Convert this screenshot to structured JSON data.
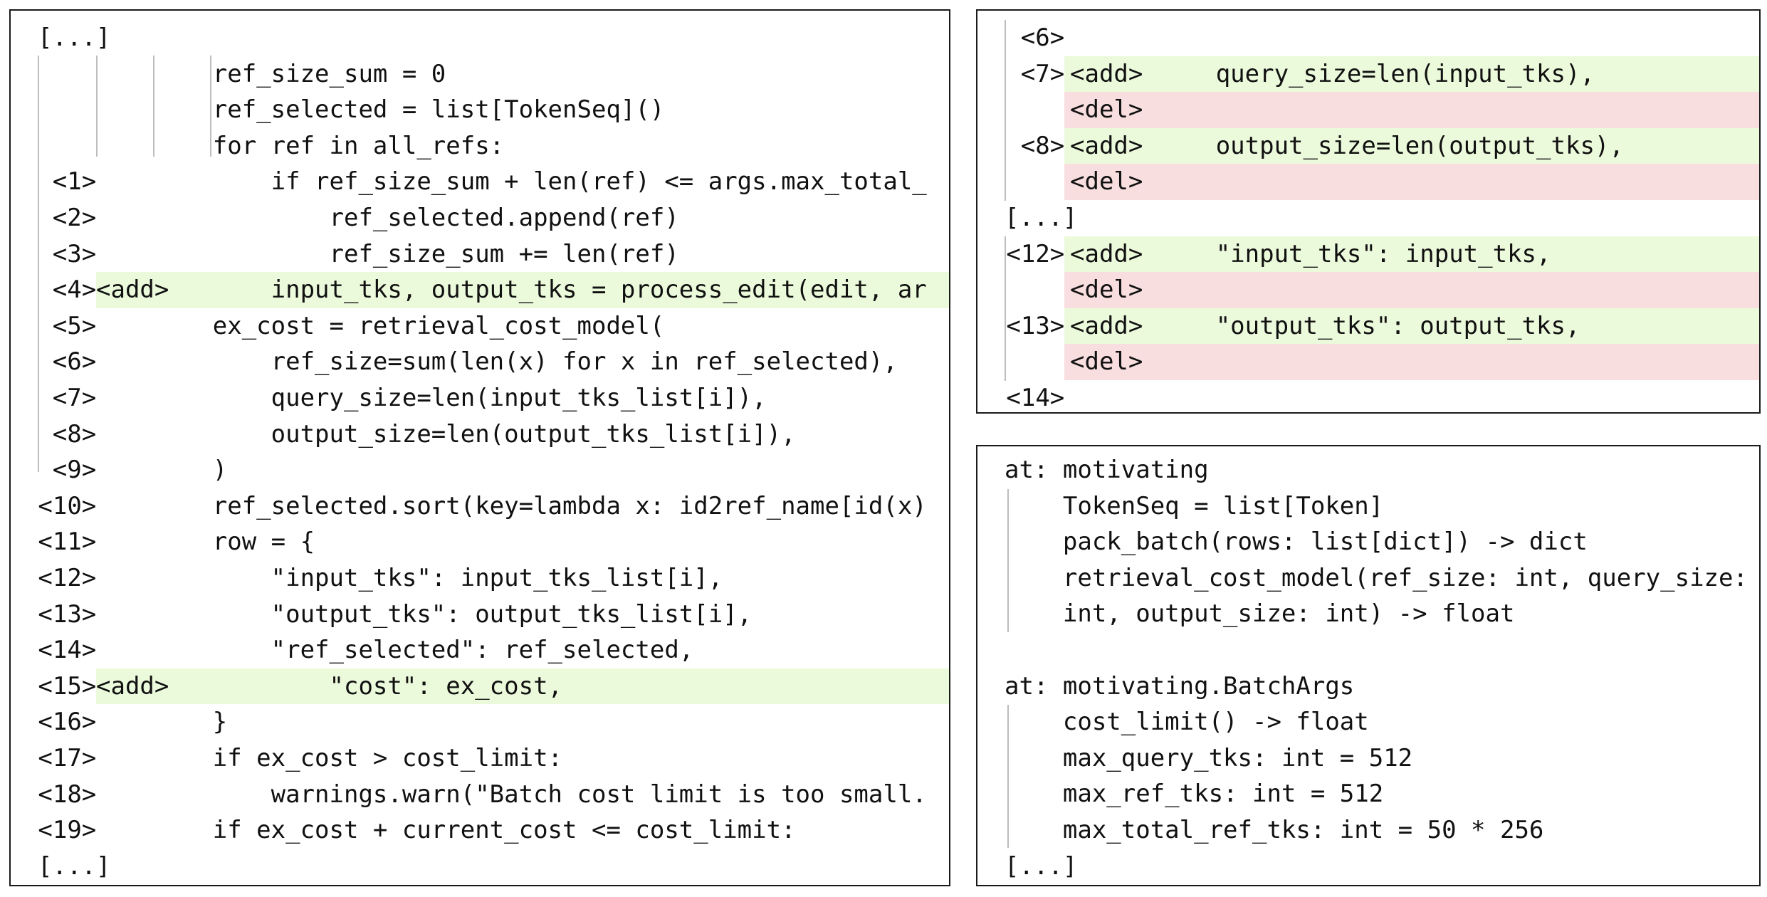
{
  "colors": {
    "add_bg": "#ecfadc",
    "del_bg": "#f8dede",
    "border": "#1a1a1a",
    "guide": "#bdbdbd"
  },
  "left_panel": {
    "lines": [
      {
        "kind": "ellipsis",
        "text": "[...]"
      },
      {
        "kind": "ctx",
        "num": "",
        "tag": "",
        "code": "        ref_size_sum = 0"
      },
      {
        "kind": "ctx",
        "num": "",
        "tag": "",
        "code": "        ref_selected = list[TokenSeq]()"
      },
      {
        "kind": "ctx",
        "num": "",
        "tag": "",
        "code": "        for ref in all_refs:"
      },
      {
        "kind": "ctx",
        "num": "<1>",
        "tag": "",
        "code": "            if ref_size_sum + len(ref) <= args.max_total_"
      },
      {
        "kind": "ctx",
        "num": "<2>",
        "tag": "",
        "code": "                ref_selected.append(ref)"
      },
      {
        "kind": "ctx",
        "num": "<3>",
        "tag": "",
        "code": "                ref_size_sum += len(ref)"
      },
      {
        "kind": "add",
        "num": "<4>",
        "tag": "<add>",
        "code": "            input_tks, output_tks = process_edit(edit, ar"
      },
      {
        "kind": "ctx",
        "num": "<5>",
        "tag": "",
        "code": "        ex_cost = retrieval_cost_model("
      },
      {
        "kind": "ctx",
        "num": "<6>",
        "tag": "",
        "code": "            ref_size=sum(len(x) for x in ref_selected),"
      },
      {
        "kind": "ctx",
        "num": "<7>",
        "tag": "",
        "code": "            query_size=len(input_tks_list[i]),"
      },
      {
        "kind": "ctx",
        "num": "<8>",
        "tag": "",
        "code": "            output_size=len(output_tks_list[i]),"
      },
      {
        "kind": "ctx",
        "num": "<9>",
        "tag": "",
        "code": "        )"
      },
      {
        "kind": "ctx",
        "num": "<10>",
        "tag": "",
        "code": "        ref_selected.sort(key=lambda x: id2ref_name[id(x)"
      },
      {
        "kind": "ctx",
        "num": "<11>",
        "tag": "",
        "code": "        row = {"
      },
      {
        "kind": "ctx",
        "num": "<12>",
        "tag": "",
        "code": "            \"input_tks\": input_tks_list[i],"
      },
      {
        "kind": "ctx",
        "num": "<13>",
        "tag": "",
        "code": "            \"output_tks\": output_tks_list[i],"
      },
      {
        "kind": "ctx",
        "num": "<14>",
        "tag": "",
        "code": "            \"ref_selected\": ref_selected,"
      },
      {
        "kind": "add",
        "num": "<15>",
        "tag": "<add>",
        "code": "                \"cost\": ex_cost,"
      },
      {
        "kind": "ctx",
        "num": "<16>",
        "tag": "",
        "code": "        }"
      },
      {
        "kind": "ctx",
        "num": "<17>",
        "tag": "",
        "code": "        if ex_cost > cost_limit:"
      },
      {
        "kind": "ctx",
        "num": "<18>",
        "tag": "",
        "code": "            warnings.warn(\"Batch cost limit is too small."
      },
      {
        "kind": "ctx",
        "num": "<19>",
        "tag": "",
        "code": "        if ex_cost + current_cost <= cost_limit:"
      },
      {
        "kind": "ellipsis",
        "text": "[...]"
      }
    ]
  },
  "top_right_panel": {
    "lines": [
      {
        "kind": "ctx",
        "num": "<6>",
        "tag": "",
        "code": ""
      },
      {
        "kind": "add",
        "num": "<7>",
        "tag": "<add>",
        "code": "          query_size=len(input_tks),"
      },
      {
        "kind": "del",
        "num": "",
        "tag": "<del>",
        "code": ""
      },
      {
        "kind": "add",
        "num": "<8>",
        "tag": "<add>",
        "code": "          output_size=len(output_tks),"
      },
      {
        "kind": "del",
        "num": "",
        "tag": "<del>",
        "code": ""
      },
      {
        "kind": "ellipsis",
        "text": "[...]"
      },
      {
        "kind": "add",
        "num": "<12>",
        "tag": "<add>",
        "code": "          \"input_tks\": input_tks,"
      },
      {
        "kind": "del",
        "num": "",
        "tag": "<del>",
        "code": ""
      },
      {
        "kind": "add",
        "num": "<13>",
        "tag": "<add>",
        "code": "          \"output_tks\": output_tks,"
      },
      {
        "kind": "del",
        "num": "",
        "tag": "<del>",
        "code": ""
      },
      {
        "kind": "ctx",
        "num": "<14>",
        "tag": "",
        "code": ""
      }
    ]
  },
  "bottom_right_panel": {
    "lines": [
      "at: motivating",
      "    TokenSeq = list[Token]",
      "    pack_batch(rows: list[dict]) -> dict",
      "    retrieval_cost_model(ref_size: int, query_size:",
      "    int, output_size: int) -> float",
      "",
      "at: motivating.BatchArgs",
      "    cost_limit() -> float",
      "    max_query_tks: int = 512",
      "    max_ref_tks: int = 512",
      "    max_total_ref_tks: int = 50 * 256",
      "[...]"
    ]
  }
}
